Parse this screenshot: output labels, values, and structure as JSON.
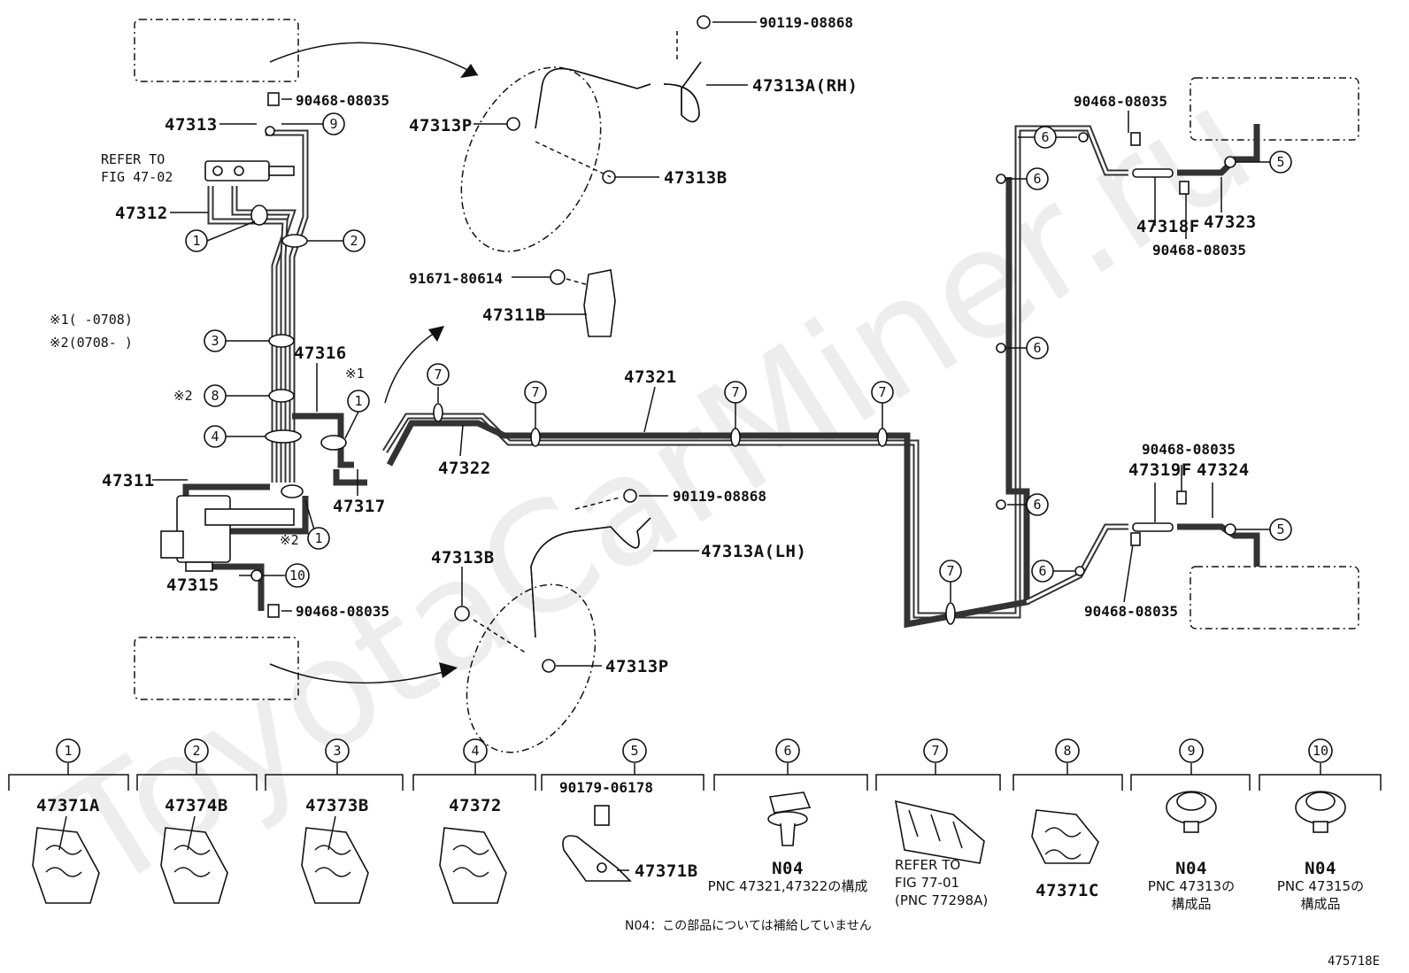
{
  "watermark": "ToyotaCarMiner.ru",
  "figure_id": "475718E",
  "notes": {
    "refer_fig": [
      "REFER TO",
      "FIG 47-02"
    ],
    "range1": "※1(     -0708)",
    "range2": "※2(0708-     )",
    "mark1": "※1",
    "mark2a": "※2",
    "mark2b": "※2",
    "n04_footer": "N04：この部品については補給していません"
  },
  "labels": {
    "p90119_top": "90119-08868",
    "p47313A_rh": "47313A(RH)",
    "p90468_top": "90468-08035",
    "p47313": "47313",
    "p47313P_top": "47313P",
    "p47313B_top": "47313B",
    "p47312": "47312",
    "p91671": "91671-80614",
    "p47311B": "47311B",
    "p47316": "47316",
    "p47321": "47321",
    "p47322": "47322",
    "p47317": "47317",
    "p47311": "47311",
    "p90119_low": "90119-08868",
    "p47313A_lh": "47313A(LH)",
    "p47313B_low": "47313B",
    "p47315": "47315",
    "p90468_low": "90468-08035",
    "p47313P_low": "47313P",
    "p90468_r1": "90468-08035",
    "p47318F": "47318F",
    "p47323": "47323",
    "p90468_r2": "90468-08035",
    "p90468_r3": "90468-08035",
    "p47319F": "47319F",
    "p47324": "47324",
    "p90468_r4": "90468-08035"
  },
  "callouts": {
    "c9": "9",
    "c1a": "1",
    "c2": "2",
    "c3": "3",
    "c8": "8",
    "c4": "4",
    "c1b": "1",
    "c1c": "1",
    "c10": "10",
    "c7a": "7",
    "c7b": "7",
    "c7c": "7",
    "c7d": "7",
    "c7e": "7",
    "c6a": "6",
    "c6b": "6",
    "c6c": "6",
    "c6d": "6",
    "c6e": "6",
    "c5a": "5",
    "c5b": "5"
  },
  "legend": [
    {
      "num": "1",
      "part": "47371A",
      "desc": []
    },
    {
      "num": "2",
      "part": "47374B",
      "desc": []
    },
    {
      "num": "3",
      "part": "47373B",
      "desc": []
    },
    {
      "num": "4",
      "part": "47372",
      "desc": []
    },
    {
      "num": "5",
      "part": "47371B",
      "sub": "90179-06178",
      "desc": []
    },
    {
      "num": "6",
      "part": "N04",
      "desc": [
        "PNC 47321,47322の構成"
      ]
    },
    {
      "num": "7",
      "part": "",
      "desc": [
        "REFER TO",
        "FIG 77-01",
        "(PNC 77298A)"
      ]
    },
    {
      "num": "8",
      "part": "47371C",
      "desc": []
    },
    {
      "num": "9",
      "part": "N04",
      "desc": [
        "PNC 47313の",
        "構成品"
      ]
    },
    {
      "num": "10",
      "part": "N04",
      "desc": [
        "PNC 47315の",
        "構成品"
      ]
    }
  ]
}
